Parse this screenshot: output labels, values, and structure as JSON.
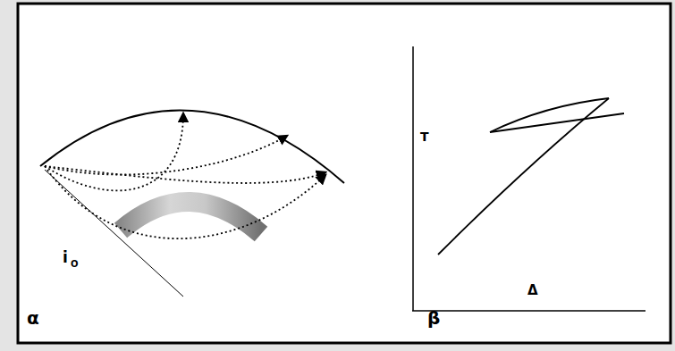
{
  "diagram": {
    "labels": [
      "i",
      "O",
      "α",
      "β",
      "T",
      "Δ"
    ]
  }
}
